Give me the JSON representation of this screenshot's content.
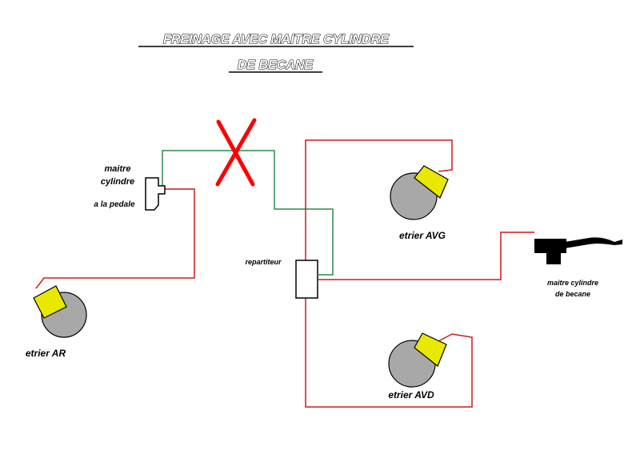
{
  "title": {
    "line1": "FREINAGE AVEC MAITRE CYLINDRE",
    "line2": "DE BECANE"
  },
  "labels": {
    "master_pedal_1": "maitre",
    "master_pedal_2": "cylindre",
    "master_pedal_3": "a la pedale",
    "rear_caliper": "etrier AR",
    "distributor": "repartiteur",
    "front_left_caliper": "etrier AVG",
    "front_right_caliper": "etrier AVD",
    "bike_master_1": "maitre cylindre",
    "bike_master_2": "de becane"
  },
  "colors": {
    "brake_line": "#d01818",
    "old_line": "#2e8a4a",
    "cross": "#ff0000",
    "disc": "#a8a8a8",
    "pad": "#e8e800",
    "text": "#000000"
  }
}
